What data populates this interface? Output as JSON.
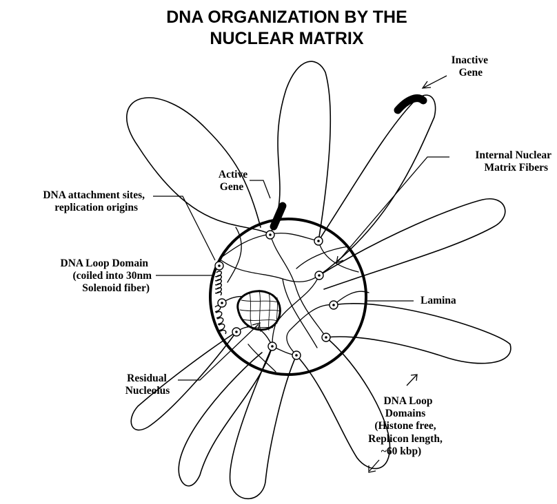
{
  "title": {
    "line1": "DNA ORGANIZATION BY THE",
    "line2": "NUCLEAR MATRIX"
  },
  "labels": {
    "inactive_gene": [
      "Inactive",
      "Gene"
    ],
    "internal_fibers": [
      "Internal Nuclear",
      "Matrix Fibers"
    ],
    "active_gene": [
      "Active",
      "Gene"
    ],
    "attachment_sites": [
      "DNA attachment sites,",
      "replication origins"
    ],
    "loop_domain": [
      "DNA Loop Domain",
      "(coiled into 30nm",
      "Solenoid fiber)"
    ],
    "lamina": [
      "Lamina"
    ],
    "nucleolus": [
      "Residual",
      "Nucleolus"
    ],
    "loop_domains": [
      "DNA Loop",
      "Domains",
      "(Histone free,",
      "Replicon length,",
      "~60 kbp)"
    ]
  }
}
